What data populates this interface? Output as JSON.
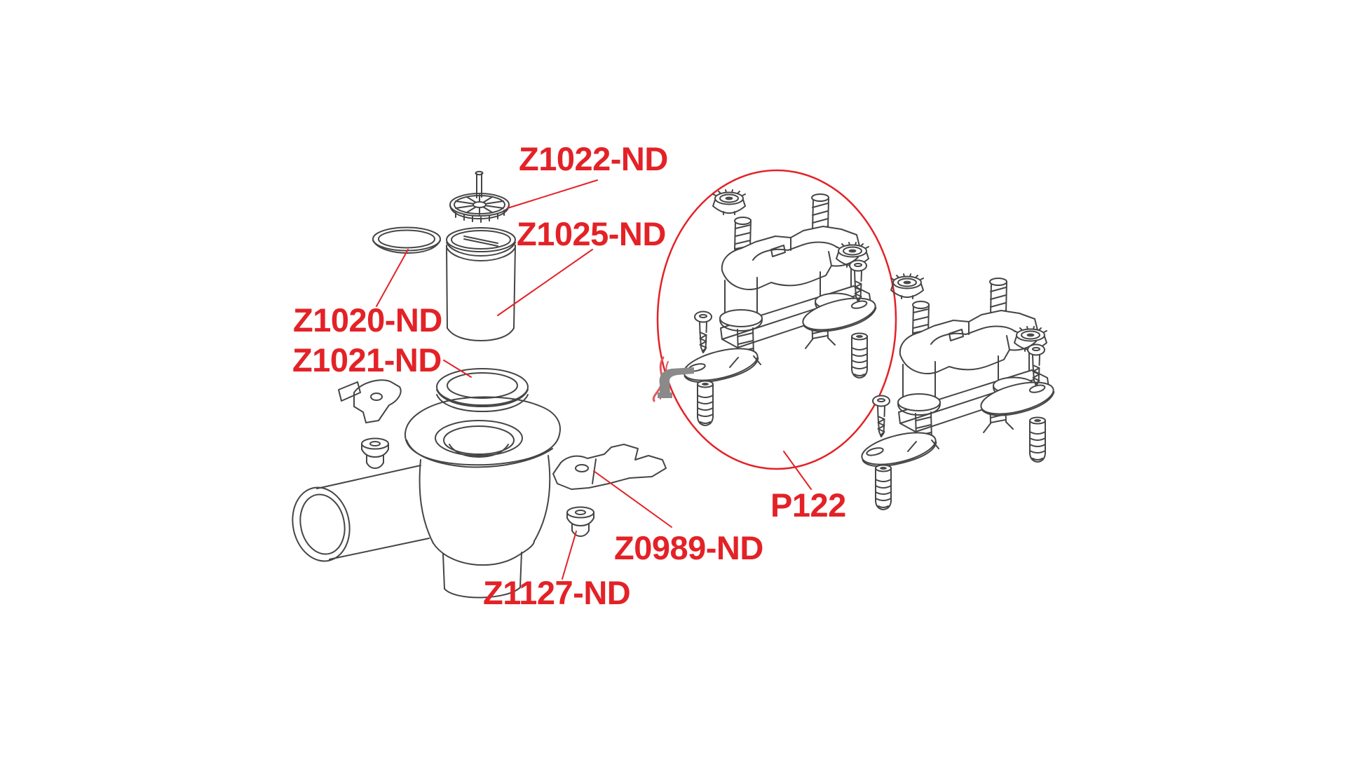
{
  "diagram": {
    "type": "exploded-parts-diagram",
    "subject": "shower drain trap and mounting bracket kit"
  },
  "colors": {
    "background": "#ffffff",
    "line": "#454545",
    "label_red": "#e32227",
    "highlight_ellipse_red": "#e32227",
    "watermark_gray": "#8a8a8a",
    "watermark_flame_red": "#e4565c"
  },
  "labels": {
    "z1022": {
      "text": "Z1022-ND"
    },
    "z1025": {
      "text": "Z1025-ND"
    },
    "z1020": {
      "text": "Z1020-ND"
    },
    "z1021": {
      "text": "Z1021-ND"
    },
    "z0989": {
      "text": "Z0989-ND"
    },
    "z1127": {
      "text": "Z1127-ND"
    },
    "p122": {
      "text": "P122"
    }
  },
  "parts": {
    "strainer": "strainer-insert-drawing",
    "flat_ring": "seal-ring-drawing",
    "cup": "trap-cup-drawing",
    "gasket": "gasket-ring-drawing",
    "clamp_left": "mounting-clamp-drawing",
    "clamp_right": "mounting-clamp-drawing",
    "grommet_left": "grommet-plug-drawing",
    "grommet_right": "grommet-plug-drawing",
    "drain_body": "drain-body-with-side-outlet-drawing",
    "bracket_circled": "mounting-bracket-kit-circled",
    "bracket_right": "mounting-bracket-kit"
  }
}
